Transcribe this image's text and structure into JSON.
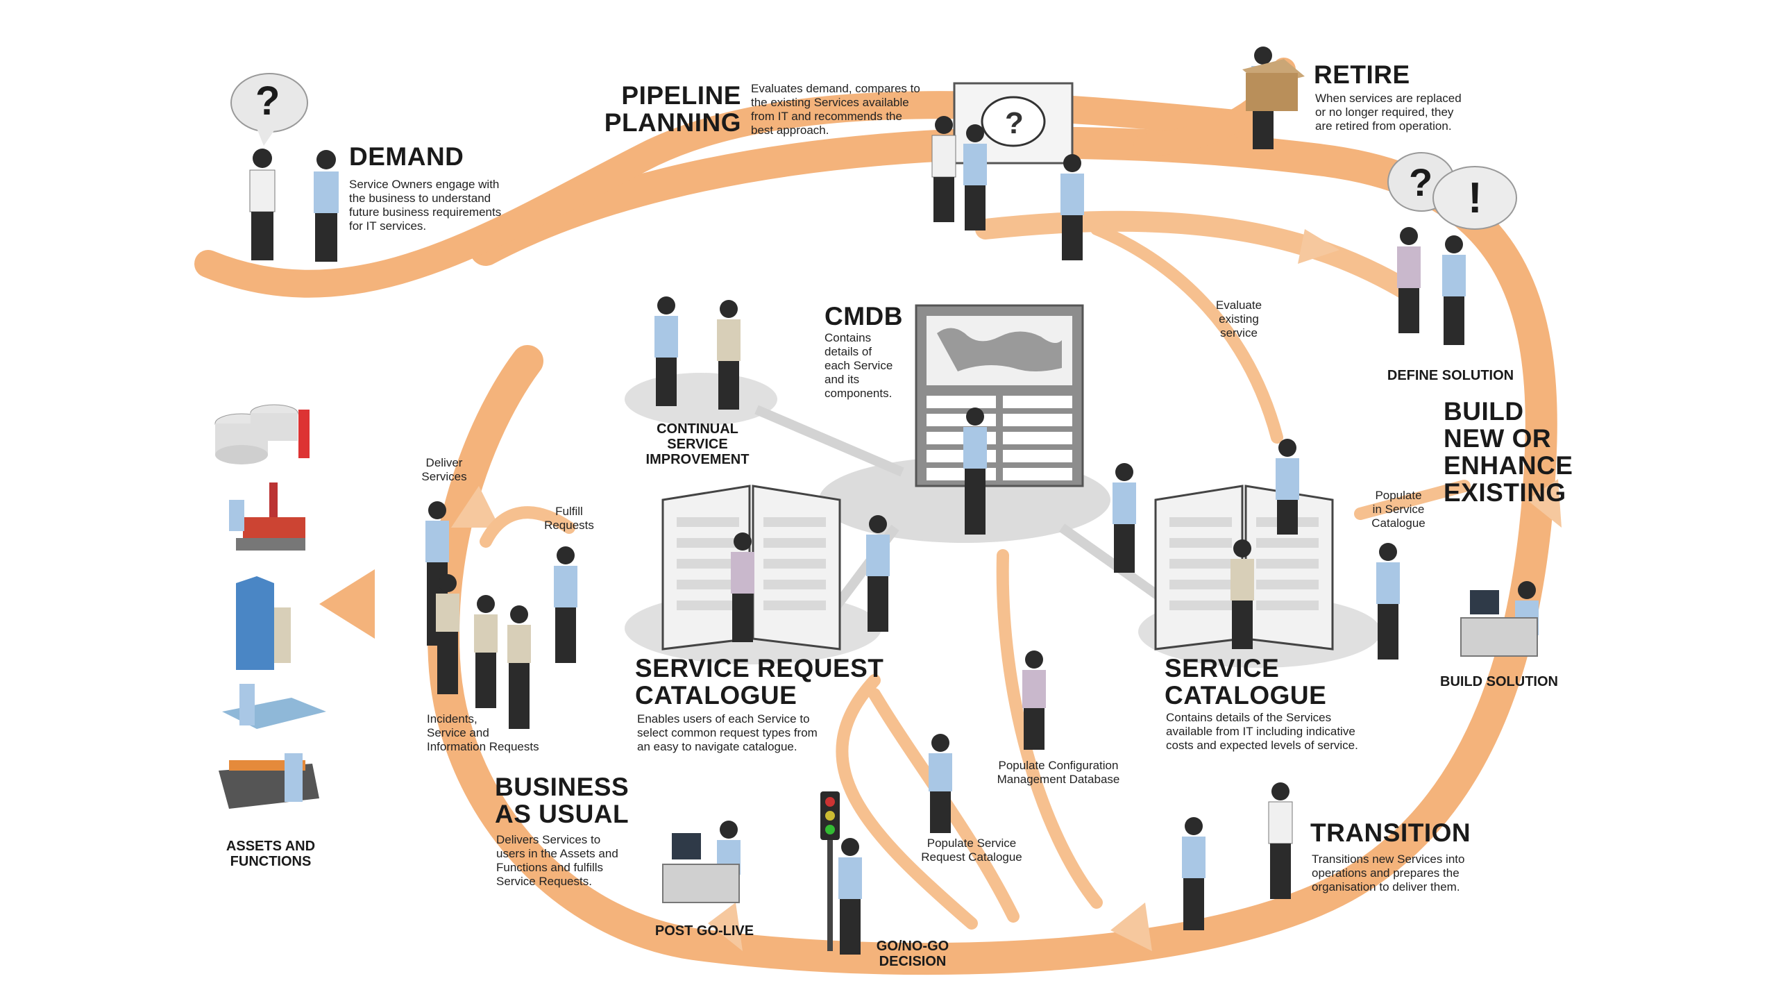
{
  "colors": {
    "flow_orange": "#f4b37b",
    "flow_light": "#fbe0c6",
    "hub_gray": "#d9d9d9",
    "text_dark": "#1a1a1a"
  },
  "stages": {
    "demand": {
      "title": "DEMAND",
      "desc": "Service Owners engage with\nthe business to understand\nfuture business requirements\nfor IT services."
    },
    "pipeline": {
      "title": "PIPELINE\nPLANNING",
      "desc": "Evaluates demand, compares to\nthe existing Services available\nfrom IT and recommends the\nbest approach."
    },
    "retire": {
      "title": "RETIRE",
      "desc": "When services are replaced\nor no longer required, they\nare retired from operation."
    },
    "define_solution": {
      "title": "DEFINE SOLUTION"
    },
    "build_new": {
      "title": "BUILD\nNEW OR\nENHANCE\nEXISTING"
    },
    "build_solution": {
      "title": "BUILD SOLUTION"
    },
    "transition": {
      "title": "TRANSITION",
      "desc": "Transitions new Services into\noperations and prepares the\norganisation to deliver them."
    },
    "go_no_go": {
      "title": "GO/NO-GO\nDECISION"
    },
    "post_go_live": {
      "title": "POST GO-LIVE"
    },
    "business_as_usual": {
      "title": "BUSINESS\nAS USUAL",
      "desc": "Delivers Services to\nusers in the Assets and\nFunctions and fulfills\nService Requests."
    },
    "assets_functions": {
      "title": "ASSETS AND\nFUNCTIONS"
    },
    "cmdb": {
      "title": "CMDB",
      "desc": "Contains\ndetails of\neach Service\nand its\ncomponents."
    },
    "csi": {
      "title": "CONTINUAL\nSERVICE\nIMPROVEMENT"
    },
    "service_request_catalogue": {
      "title": "SERVICE REQUEST\nCATALOGUE",
      "desc": "Enables users of each Service to\nselect common request types from\nan easy to navigate catalogue."
    },
    "service_catalogue": {
      "title": "SERVICE\nCATALOGUE",
      "desc": "Contains details of the Services\navailable from IT including indicative\ncosts and expected levels of service."
    }
  },
  "flow_labels": {
    "evaluate_existing": "Evaluate\nexisting\nservice",
    "populate_service_catalogue": "Populate\nin Service\nCatalogue",
    "populate_cmdb": "Populate Configuration\nManagement Database",
    "populate_src": "Populate Service\nRequest Catalogue",
    "fulfill_requests": "Fulfill\nRequests",
    "deliver_services": "Deliver\nServices",
    "incidents": "Incidents,\nService and\nInformation Requests"
  },
  "icons": {
    "question_bubble": "?",
    "exclaim_bubble": "!"
  }
}
